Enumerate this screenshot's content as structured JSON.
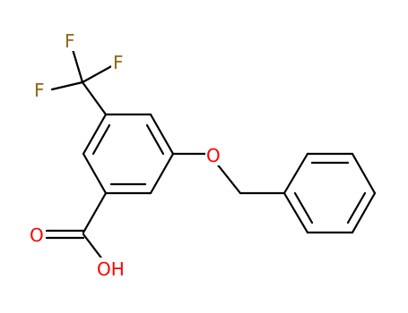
{
  "molecule": {
    "atoms": {
      "f_top": "F",
      "f_right": "F",
      "f_left": "F",
      "o_ether": "O",
      "o_carbonyl": "O",
      "oh": "OH"
    },
    "colors": {
      "fluorine": "#8b6914",
      "oxygen": "#ff0000",
      "bond": "#000000",
      "background": "#ffffff"
    }
  }
}
